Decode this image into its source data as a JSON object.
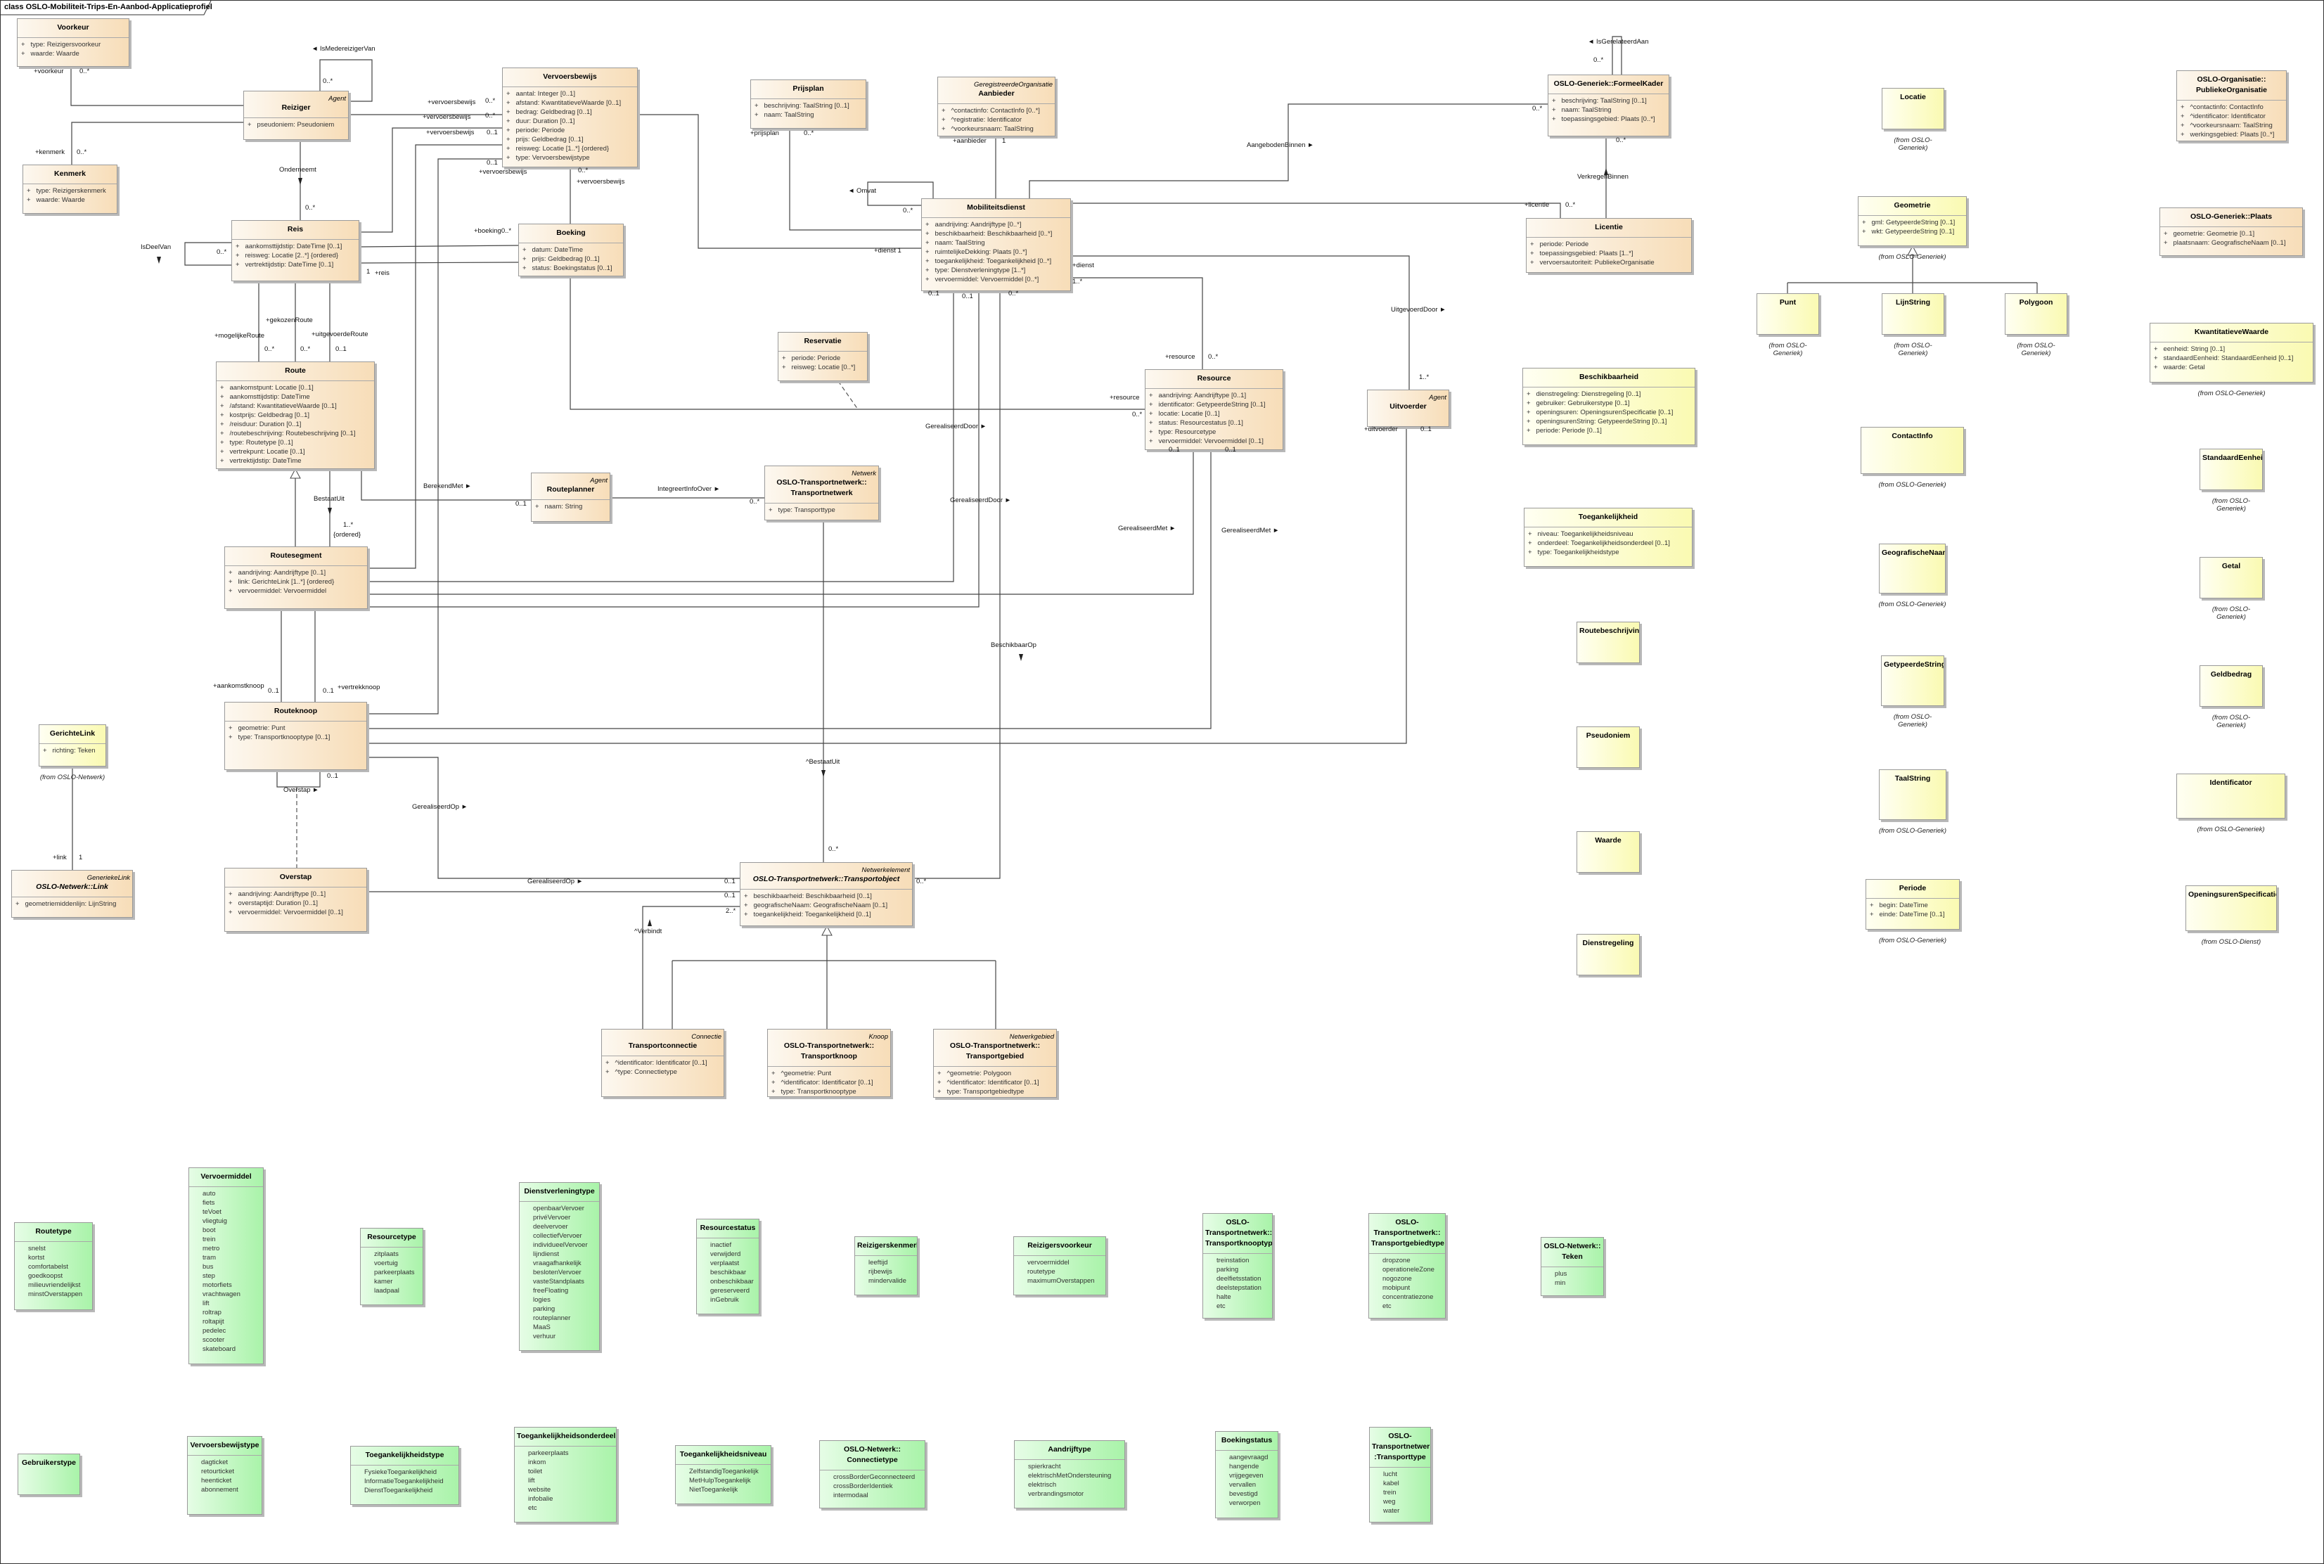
{
  "diagram": {
    "frame_title": "class OSLO-Mobiliteit-Trips-En-Aanbod-Applicatieprofiel"
  },
  "classes": {
    "voorkeur": {
      "name": "Voorkeur",
      "attributes": [
        "+   type: Reizigersvoorkeur",
        "+   waarde: Waarde"
      ]
    },
    "reiziger": {
      "stereotype": "Agent",
      "name": "Reiziger",
      "attributes": [
        "+   pseudoniem: Pseudoniem"
      ]
    },
    "kenmerk": {
      "name": "Kenmerk",
      "attributes": [
        "+   type: Reizigerskenmerk",
        "+   waarde: Waarde"
      ]
    },
    "vervoersbewijs": {
      "name": "Vervoersbewijs",
      "attributes": [
        "+   aantal: Integer [0..1]",
        "+   afstand: KwantitatieveWaarde [0..1]",
        "+   bedrag: Geldbedrag [0..1]",
        "+   duur: Duration [0..1]",
        "+   periode: Periode",
        "+   prijs: Geldbedrag [0..1]",
        "+   reisweg: Locatie [1..*] {ordered}",
        "+   type: Vervoersbewijstype"
      ]
    },
    "reis": {
      "name": "Reis",
      "attributes": [
        "+   aankomsttijdstip: DateTime [0..1]",
        "+   reisweg: Locatie [2..*] {ordered}",
        "+   vertrektijdstip: DateTime [0..1]"
      ]
    },
    "boeking": {
      "name": "Boeking",
      "attributes": [
        "+   datum: DateTime",
        "+   prijs: Geldbedrag [0..1]",
        "+   status: Boekingstatus [0..1]"
      ]
    },
    "prijsplan": {
      "name": "Prijsplan",
      "attributes": [
        "+   beschrijving: TaalString [0..1]",
        "+   naam: TaalString"
      ]
    },
    "aanbieder": {
      "stereotype": "GeregistreerdeOrganisatie",
      "name": "Aanbieder",
      "attributes": [
        "+   ^contactinfo: ContactInfo [0..*]",
        "+   ^registratie: Identificator",
        "+   ^voorkeursnaam: TaalString"
      ]
    },
    "mobiliteitsdienst": {
      "name": "Mobiliteitsdienst",
      "attributes": [
        "+   aandrijving: Aandrijftype [0..*]",
        "+   beschikbaarheid: Beschikbaarheid [0..*]",
        "+   naam: TaalString",
        "+   ruimtelijkeDekking: Plaats [0..*]",
        "+   toegankelijkheid: Toegankelijkheid [0..*]",
        "+   type: Dienstverleningtype [1..*]",
        "+   vervoermiddel: Vervoermiddel [0..*]"
      ]
    },
    "formeelkader": {
      "name": "OSLO-Generiek::FormeelKader",
      "attributes": [
        "+   beschrijving: TaalString [0..1]",
        "+   naam: TaalString",
        "+   toepassingsgebied: Plaats [0..*]"
      ]
    },
    "licentie": {
      "name": "Licentie",
      "attributes": [
        "+   periode: Periode",
        "+   toepassingsgebied: Plaats [1..*]",
        "+   vervoersautoriteit: PubliekeOrganisatie"
      ]
    },
    "route": {
      "name": "Route",
      "attributes": [
        "+   aankomstpunt: Locatie [0..1]",
        "+   aankomsttijdstip: DateTime",
        "+   /afstand: KwantitatieveWaarde [0..1]",
        "+   kostprijs: Geldbedrag [0..1]",
        "+   /reisduur: Duration [0..1]",
        "+   /routebeschrijving: Routebeschrijving [0..1]",
        "+   type: Routetype [0..1]",
        "+   vertrekpunt: Locatie [0..1]",
        "+   vertrektijdstip: DateTime"
      ]
    },
    "reservatie": {
      "name": "Reservatie",
      "attributes": [
        "+   periode: Periode",
        "+   reisweg: Locatie [0..*]"
      ]
    },
    "resource": {
      "name": "Resource",
      "attributes": [
        "+   aandrijving: Aandrijftype [0..1]",
        "+   identificator: GetypeerdeString [0..1]",
        "+   locatie: Locatie [0..1]",
        "+   status: Resourcestatus [0..1]",
        "+   type: Resourcetype",
        "+   vervoermiddel: Vervoermiddel [0..1]"
      ]
    },
    "uitvoerder": {
      "stereotype": "Agent",
      "name": "Uitvoerder",
      "attributes": []
    },
    "routeplanner": {
      "stereotype": "Agent",
      "name": "Routeplanner",
      "attributes": [
        "+   naam: String"
      ]
    },
    "transportnetwerk": {
      "stereotype": "Netwerk",
      "name": "OSLO-Transportnetwerk::\nTransportnetwerk",
      "attributes": [
        "+   type: Transporttype"
      ]
    },
    "routesegment": {
      "name": "Routesegment",
      "attributes": [
        "+   aandrijving: Aandrijftype [0..1]",
        "+   link: GerichteLink [1..*] {ordered}",
        "+   vervoermiddel: Vervoermiddel"
      ]
    },
    "routeknoop": {
      "name": "Routeknoop",
      "attributes": [
        "+   geometrie: Punt",
        "+   type: Transportknooptype [0..1]"
      ]
    },
    "overstap": {
      "name": "Overstap",
      "attributes": [
        "+   aandrijving: Aandrijftype [0..1]",
        "+   overstaptijd: Duration [0..1]",
        "+   vervoermiddel: Vervoermiddel [0..1]"
      ]
    },
    "transportobject": {
      "stereotype": "Netwerkelement",
      "name": "OSLO-Transportnetwerk::Transportobject",
      "abstract": true,
      "attributes": [
        "+   beschikbaarheid: Beschikbaarheid [0..1]",
        "+   geografischeNaam: GeografischeNaam [0..1]",
        "+   toegankelijkheid: Toegankelijkheid [0..1]"
      ]
    },
    "transportconnectie": {
      "stereotype": "Connectie",
      "name": "Transportconnectie",
      "attributes": [
        "+   ^identificator: Identificator [0..1]",
        "+   ^type: Connectietype"
      ]
    },
    "transportknoop": {
      "stereotype": "Knoop",
      "name": "OSLO-Transportnetwerk::\nTransportknoop",
      "attributes": [
        "+   ^geometrie: Punt",
        "+   ^identificator: Identificator [0..1]",
        "+   type: Transportknooptype"
      ]
    },
    "transportgebied": {
      "stereotype": "Netwerkgebied",
      "name": "OSLO-Transportnetwerk::\nTransportgebied",
      "attributes": [
        "+   ^geometrie: Polygoon",
        "+   ^identificator: Identificator [0..1]",
        "+   type: Transportgebiedtype"
      ]
    },
    "link": {
      "stereotype": "GeneriekeLink",
      "name": "OSLO-Netwerk::Link",
      "abstract": true,
      "attributes": [
        "+   geometriemiddenlijn: LijnString"
      ]
    },
    "publiekeorganisatie": {
      "name": "OSLO-Organisatie::\nPubliekeOrganisatie",
      "attributes": [
        "+   ^contactinfo: ContactInfo",
        "+   ^identificator: Identificator",
        "+   ^voorkeursnaam: TaalString",
        "+   werkingsgebied: Plaats [0..*]"
      ]
    },
    "plaats": {
      "name": "OSLO-Generiek::Plaats",
      "attributes": [
        "+   geometrie: Geometrie [0..1]",
        "+   plaatsnaam: GeografischeNaam [0..1]"
      ]
    },
    "gerichtelink": {
      "name": "GerichteLink",
      "attributes": [
        "+   richting: Teken"
      ],
      "from": "(from OSLO-Netwerk)"
    },
    "locatie": {
      "name": "Locatie",
      "attributes": [],
      "from": "(from OSLO-Generiek)"
    },
    "geometrie": {
      "name": "Geometrie",
      "attributes": [
        "+   gml: GetypeerdeString [0..1]",
        "+   wkt: GetypeerdeString [0..1]"
      ],
      "from": "(from OSLO-Generiek)"
    },
    "punt": {
      "name": "Punt",
      "attributes": [],
      "from": "(from OSLO-Generiek)"
    },
    "lijnstring": {
      "name": "LijnString",
      "attributes": [],
      "from": "(from OSLO-Generiek)"
    },
    "polygoon": {
      "name": "Polygoon",
      "attributes": [],
      "from": "(from OSLO-Generiek)"
    },
    "beschikbaarheid": {
      "name": "Beschikbaarheid",
      "attributes": [
        "+   dienstregeling: Dienstregeling [0..1]",
        "+   gebruiker: Gebruikerstype [0..1]",
        "+   openingsuren: OpeningsurenSpecificatie [0..1]",
        "+   openingsurenString: GetypeerdeString [0..1]",
        "+   periode: Periode [0..1]"
      ]
    },
    "toegankelijkheid": {
      "name": "Toegankelijkheid",
      "attributes": [
        "+   niveau: Toegankelijkheidsniveau",
        "+   onderdeel: Toegankelijkheidsonderdeel [0..1]",
        "+   type: Toegankelijkheidstype"
      ]
    },
    "contactinfo": {
      "name": "ContactInfo",
      "attributes": [],
      "from": "(from OSLO-Generiek)"
    },
    "geografischenaam": {
      "name": "GeografischeNaam",
      "attributes": [],
      "from": "(from OSLO-Generiek)"
    },
    "kwantitatievewaarde": {
      "name": "KwantitatieveWaarde",
      "attributes": [
        "+   eenheid: String [0..1]",
        "+   standaardEenheid: StandaardEenheid [0..1]",
        "+   waarde: Getal"
      ],
      "from": "(from OSLO-Generiek)"
    },
    "standaardeenheid": {
      "name": "StandaardEenheid",
      "attributes": [],
      "from": "(from OSLO-Generiek)"
    },
    "getal": {
      "name": "Getal",
      "attributes": [],
      "from": "(from OSLO-Generiek)"
    },
    "routebeschrijving": {
      "name": "Routebeschrijving",
      "attributes": []
    },
    "pseudoniem": {
      "name": "Pseudoniem",
      "attributes": []
    },
    "waarde": {
      "name": "Waarde",
      "attributes": []
    },
    "dienstregeling": {
      "name": "Dienstregeling",
      "attributes": []
    },
    "getypeerdestring": {
      "name": "GetypeerdeString",
      "attributes": [],
      "from": "(from OSLO-Generiek)"
    },
    "taalstring": {
      "name": "TaalString",
      "attributes": [],
      "from": "(from OSLO-Generiek)"
    },
    "periode": {
      "name": "Periode",
      "attributes": [
        "+   begin: DateTime",
        "+   einde: DateTime [0..1]"
      ],
      "from": "(from OSLO-Generiek)"
    },
    "geldbedrag": {
      "name": "Geldbedrag",
      "attributes": [],
      "from": "(from OSLO-Generiek)"
    },
    "identificator": {
      "name": "Identificator",
      "attributes": [],
      "from": "(from OSLO-Generiek)"
    },
    "openingsurenspecificatie": {
      "name": "OpeningsurenSpecificatie",
      "attributes": [],
      "from": "(from OSLO-Dienst)"
    },
    "routetype": {
      "name": "Routetype",
      "attributes": [
        "snelst",
        "kortst",
        "comfortabelst",
        "goedkoopst",
        "milieuvriendelijkst",
        "minstOverstappen"
      ]
    },
    "vervoermiddel": {
      "name": "Vervoermiddel",
      "attributes": [
        "auto",
        "fiets",
        "teVoet",
        "vliegtuig",
        "boot",
        "trein",
        "metro",
        "tram",
        "bus",
        "step",
        "motorfiets",
        "vrachtwagen",
        "lift",
        "roltrap",
        "roltapijt",
        "pedelec",
        "scooter",
        "skateboard"
      ]
    },
    "resourcetype": {
      "name": "Resourcetype",
      "attributes": [
        "zitplaats",
        "voertuig",
        "parkeerplaats",
        "kamer",
        "laadpaal"
      ]
    },
    "dienstverleningtype": {
      "name": "Dienstverleningtype",
      "attributes": [
        "openbaarVervoer",
        "privéVervoer",
        "deelvervoer",
        "collectiefVervoer",
        "individueelVervoer",
        "lijndienst",
        "vraagafhankelijk",
        "beslotenVervoer",
        "vasteStandplaats",
        "freeFloating",
        "logies",
        "parking",
        "routeplanner",
        "MaaS",
        "verhuur"
      ]
    },
    "resourcestatus": {
      "name": "Resourcestatus",
      "attributes": [
        "inactief",
        "verwijderd",
        "verplaatst",
        "beschikbaar",
        "onbeschikbaar",
        "gereserveerd",
        "inGebruik"
      ]
    },
    "reizigerskenmerk": {
      "name": "Reizigerskenmerk",
      "attributes": [
        "leeftijd",
        "rijbewijs",
        "mindervalide"
      ]
    },
    "reizigersvoorkeur": {
      "name": "Reizigersvoorkeur",
      "attributes": [
        "vervoermiddel",
        "routetype",
        "maximumOverstappen"
      ]
    },
    "transportknooptype": {
      "name": "OSLO-\nTransportnetwerk::\nTransportknooptype",
      "attributes": [
        "treinstation",
        "parking",
        "deelfietsstation",
        "deelstepstation",
        "halte",
        "etc"
      ]
    },
    "transportgebiedtype": {
      "name": "OSLO-\nTransportnetwerk::\nTransportgebiedtype",
      "attributes": [
        "dropzone",
        "operationeleZone",
        "nogozone",
        "mobipunt",
        "concentratiezone",
        "etc"
      ]
    },
    "teken": {
      "name": "OSLO-Netwerk::\nTeken",
      "attributes": [
        "plus",
        "min"
      ]
    },
    "gebruikerstype": {
      "name": "Gebruikerstype",
      "attributes": []
    },
    "vervoersbewijstype": {
      "name": "Vervoersbewijstype",
      "attributes": [
        "dagticket",
        "retourticket",
        "heenticket",
        "abonnement"
      ]
    },
    "toegankelijkheidstype": {
      "name": "Toegankelijkheidstype",
      "attributes": [
        "FysiekeToegankelijkheid",
        "InformatieToegankelijkheid",
        "DienstToegankelijkheid"
      ]
    },
    "toegankelijkheidsonderdeel": {
      "name": "Toegankelijkheidsonderdeel",
      "attributes": [
        "parkeerplaats",
        "inkom",
        "toilet",
        "lift",
        "website",
        "infobalie",
        "etc"
      ]
    },
    "toegankelijkheidsniveau": {
      "name": "Toegankelijkheidsniveau",
      "attributes": [
        "ZelfstandigToegankelijk",
        "MetHulpToegankelijk",
        "NietToegankelijk"
      ]
    },
    "connectietype": {
      "name": "OSLO-Netwerk::\nConnectietype",
      "attributes": [
        "crossBorderGeconnecteerd",
        "crossBorderIdentiek",
        "intermodaal"
      ]
    },
    "aandrijftype": {
      "name": "Aandrijftype",
      "attributes": [
        "spierkracht",
        "elektrischMetOndersteuning",
        "elektrisch",
        "verbrandingsmotor"
      ]
    },
    "boekingstatus": {
      "name": "Boekingstatus",
      "attributes": [
        "aangevraagd",
        "hangende",
        "vrijgegeven",
        "vervallen",
        "bevestigd",
        "verworpen"
      ]
    },
    "transporttype": {
      "name": "OSLO-\nTransportnetwerk:\n:Transporttype",
      "attributes": [
        "lucht",
        "kabel",
        "trein",
        "weg",
        "water"
      ]
    }
  },
  "association_labels": [
    "+voorkeur",
    "0..*",
    "+kenmerk",
    "0..*",
    "◄ IsMedereizigerVan",
    "0..*",
    "Onderneemt",
    "0..*",
    "+vervoersbewijs",
    "0..*",
    "+vervoersbewijs",
    "0..*",
    "+vervoersbewijs",
    "0..1",
    "0..1",
    "+vervoersbewijs",
    "0..*",
    "+vervoersbewijs",
    "+boeking0..*",
    "IsDeelVan",
    "0..*",
    "1",
    "+reis",
    "+mogelijkeRoute",
    "0..*",
    "+gekozenRoute",
    "0..*",
    "+uitgevoerdeRoute",
    "0..1",
    "BestaatUit",
    "1..*",
    "{ordered}",
    "BerekendMet ►",
    "0..1",
    "IntegreertInfoOver ►",
    "0..*",
    "+prijsplan",
    "0..*",
    "+aanbieder",
    "1",
    "◄ Omvat",
    "0..*",
    "AangebodenBinnen ►",
    "0..*",
    "+licentie",
    "0..*",
    "VerkregenBinnen",
    "0..*",
    "◄ IsGerelateerdAan",
    "0..*",
    "+dienst 1",
    "+dienst",
    "1..*",
    "UitgevoerdDoor ►",
    "1..*",
    "+resource",
    "0..*",
    "+resource",
    "0..*",
    "0..1",
    "0..1",
    "0..*",
    "GerealiseerdDoor ►",
    "GerealiseerdDoor ►",
    "0..1",
    "0..1",
    "GerealiseerdMet ►",
    "GerealiseerdMet ►",
    "+uitvoerder",
    "0..1",
    "BeschikbaarOp",
    "+aankomstknoop",
    "0..1",
    "0..1",
    "+vertrekknoop",
    "0..1",
    "Overstap ►",
    "GerealiseerdOp ►",
    "GerealiseerdOp ►",
    "0..1",
    "0..1",
    "2..*",
    "0..*",
    "^BestaatUit",
    "0..*",
    "^Verbindt",
    "+link",
    "1"
  ]
}
